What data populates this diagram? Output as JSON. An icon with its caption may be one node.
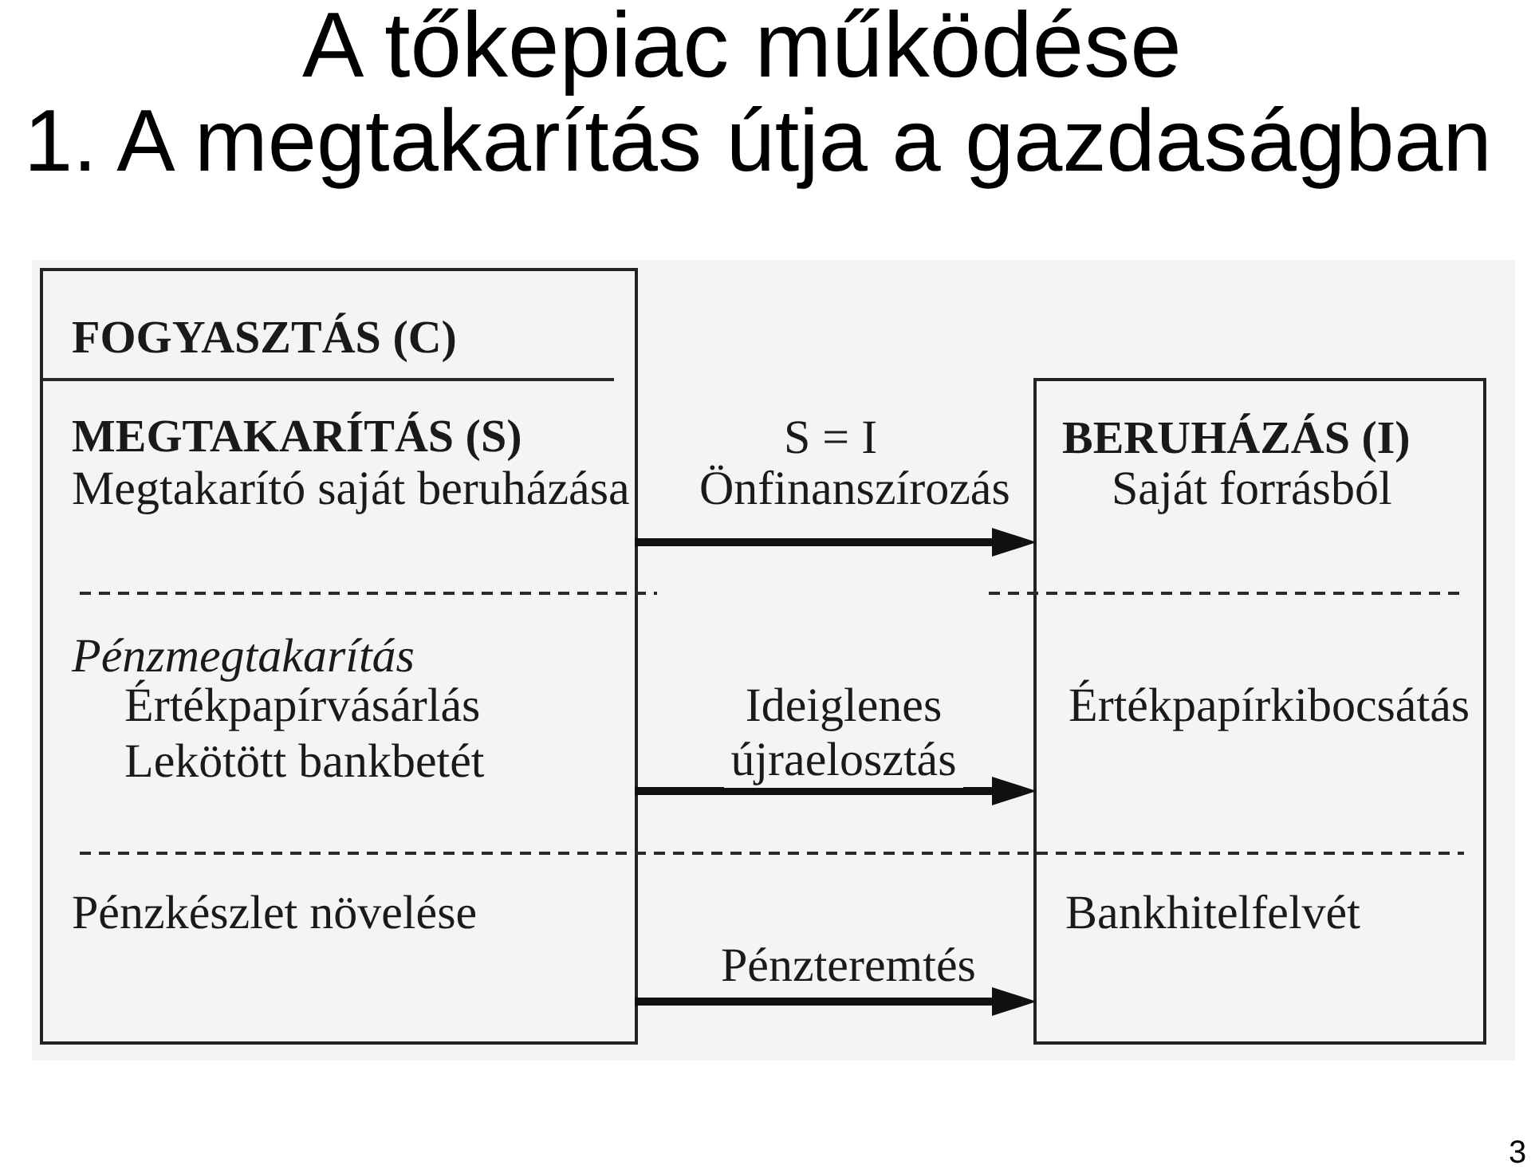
{
  "diagram": {
    "title": "A tőkepiac működése",
    "nodes": [
      {
        "text": [],
        "shape": "box"
      },
      {
        "text": [
          "FOGYASZTÁS (C)"
        ],
        "in": 0
      },
      {
        "text": [
          "MEGTAKARÍTÁS (S)"
        ],
        "in": 0
      },
      {
        "text": [
          "Megtakarító saját beruházása"
        ],
        "in": 2
      },
      {
        "text": [
          "Pénzmegtakarítás",
          "Értékpapírvásárlás",
          "Lekötött bankbetét"
        ],
        "in": 2
      },
      {
        "text": [
          "Pénzkészlet növelése"
        ],
        "in": 2
      },
      {
        "text": [
          "BERUHÁZÁS (I)"
        ]
      },
      {
        "text": [
          "Saját forrásból"
        ],
        "in": 6
      },
      {
        "text": [
          "Értékpapírkibocsátás"
        ],
        "in": 6
      },
      {
        "text": [
          "Bankhitelfelvét"
        ],
        "in": 6
      }
    ],
    "edges": [
      {
        "from": 3,
        "to": 7,
        "arrow": "to",
        "label": "Önfinanszírozás"
      },
      {
        "from": 4,
        "to": 8,
        "arrow": "to",
        "label": "Ideiglenes újraelosztás"
      },
      {
        "from": 5,
        "to": 9,
        "arrow": "to",
        "label": "Pénzteremtés"
      }
    ],
    "labels": [
      "1. A megtakarítás útja a gazdaságban",
      "S = I",
      "3"
    ]
  }
}
